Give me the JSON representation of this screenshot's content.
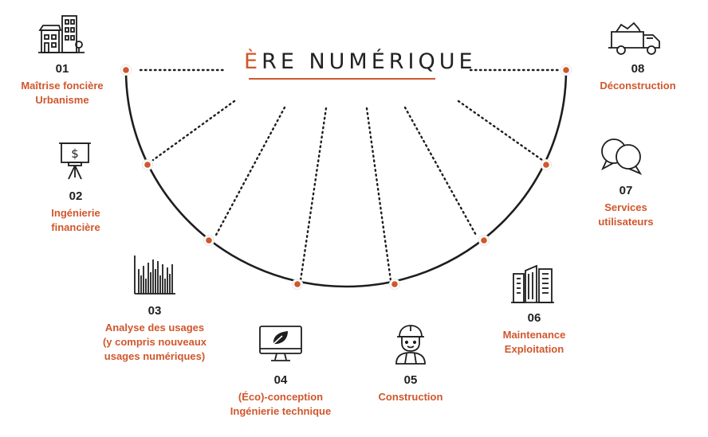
{
  "title": {
    "accent": "È",
    "rest": "RE NUMÉRIQUE"
  },
  "colors": {
    "accent": "#d0572c",
    "text": "#1e1e1e",
    "line": "#1e1e1e"
  },
  "stages": [
    {
      "number": "01",
      "lines": [
        "Maîtrise foncière",
        "Urbanisme"
      ],
      "icon": "city-buildings-icon"
    },
    {
      "number": "02",
      "lines": [
        "Ingénierie",
        "financière"
      ],
      "icon": "presentation-board-dollar-icon"
    },
    {
      "number": "03",
      "lines": [
        "Analyse des usages",
        "(y compris nouveaux",
        "usages numériques)"
      ],
      "icon": "bar-graph-icon"
    },
    {
      "number": "04",
      "lines": [
        "(Éco)-conception",
        "Ingénierie technique"
      ],
      "icon": "monitor-leaf-icon"
    },
    {
      "number": "05",
      "lines": [
        "Construction"
      ],
      "icon": "construction-worker-icon"
    },
    {
      "number": "06",
      "lines": [
        "Maintenance",
        "Exploitation"
      ],
      "icon": "skyscrapers-icon"
    },
    {
      "number": "07",
      "lines": [
        "Services",
        "utilisateurs"
      ],
      "icon": "speech-bubbles-icon"
    },
    {
      "number": "08",
      "lines": [
        "Déconstruction"
      ],
      "icon": "dump-truck-icon"
    }
  ]
}
